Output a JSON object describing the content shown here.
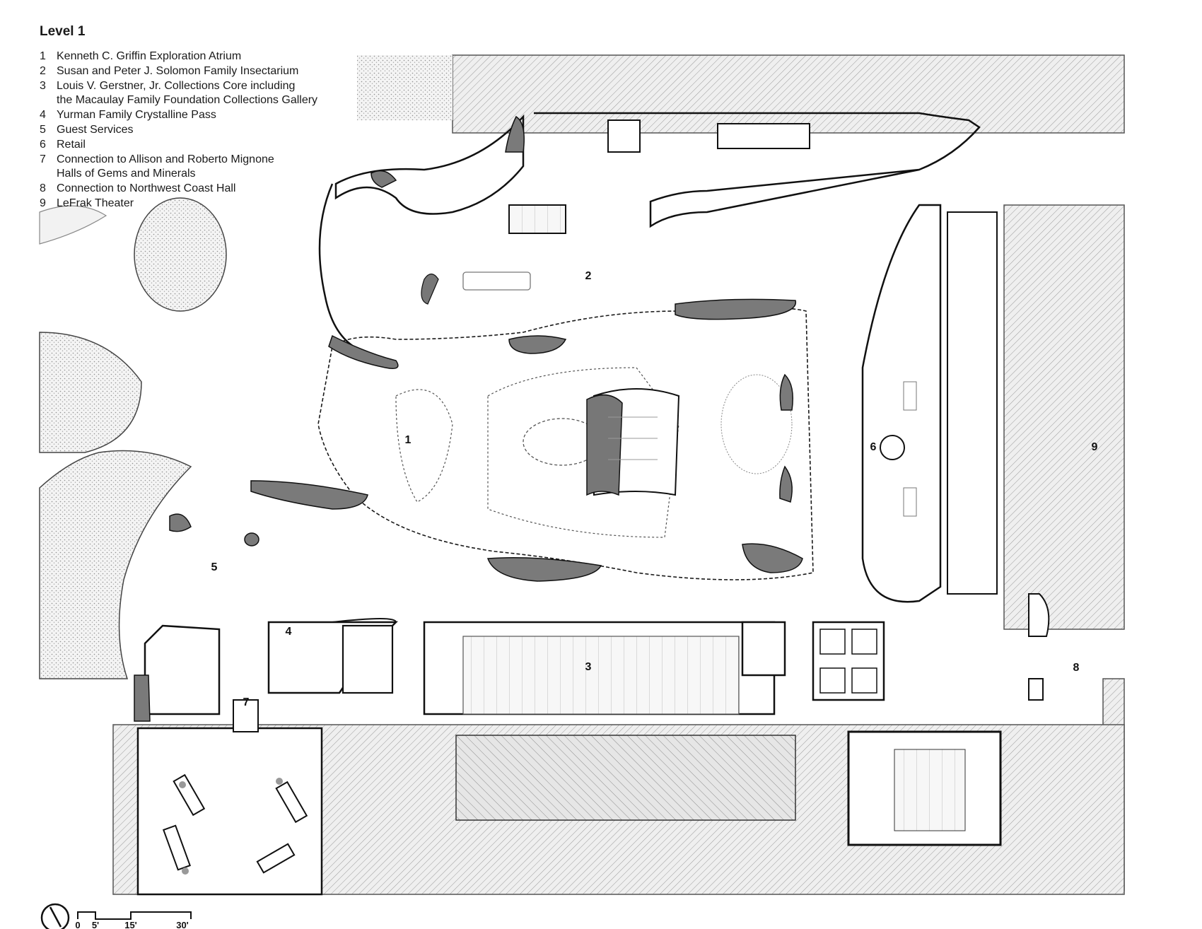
{
  "legend": {
    "title": "Level 1",
    "items": [
      {
        "num": "1",
        "label": "Kenneth C. Griffin Exploration Atrium"
      },
      {
        "num": "2",
        "label": "Susan and Peter J. Solomon Family Insectarium"
      },
      {
        "num": "3",
        "label": "Louis V. Gerstner, Jr. Collections Core including\nthe Macaulay Family Foundation Collections Gallery"
      },
      {
        "num": "4",
        "label": "Yurman Family Crystalline Pass"
      },
      {
        "num": "5",
        "label": "Guest Services"
      },
      {
        "num": "6",
        "label": "Retail"
      },
      {
        "num": "7",
        "label": "Connection to Allison and Roberto Mignone\nHalls of Gems and Minerals"
      },
      {
        "num": "8",
        "label": "Connection to Northwest Coast Hall"
      },
      {
        "num": "9",
        "label": "LeFrak Theater"
      }
    ]
  },
  "plan_labels": {
    "atrium": "1",
    "insectarium": "2",
    "collections_core": "3",
    "crystalline_pass": "4",
    "guest_services": "5",
    "retail": "6",
    "gems_connection": "7",
    "northwest_connection": "8",
    "lefrak_theater": "9"
  },
  "scale_bar": {
    "ticks": [
      "0",
      "5'",
      "15'",
      "30'"
    ]
  },
  "colors": {
    "line": "#1a1a1a",
    "existing_building": "#d9d9d9",
    "hatch": "#8a8a8a",
    "columns": "#7a7a7a",
    "planting": "#cfcfcf"
  }
}
